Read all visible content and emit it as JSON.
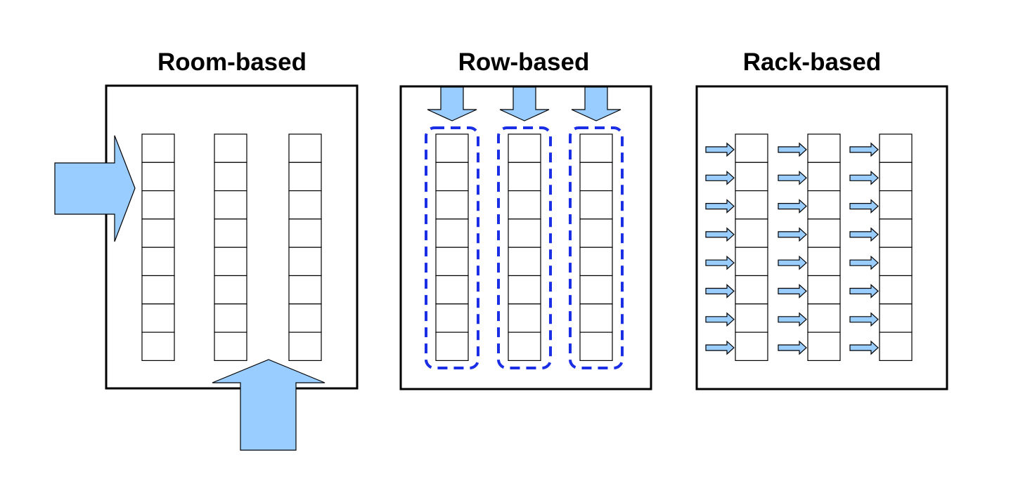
{
  "titles": {
    "room": "Room-based",
    "row": "Row-based",
    "rack": "Rack-based"
  },
  "colors": {
    "arrow_fill": "#99ccff",
    "containment_dash": "#1a2ee6",
    "line": "#000000",
    "background": "#ffffff"
  },
  "racks": {
    "columns_per_panel": 3,
    "units_per_rack": 8
  },
  "icons": {
    "room_airflow": "large-block-arrow",
    "row_airflow": "down-arrow",
    "row_containment": "dashed-rounded-outline",
    "rack_airflow": "small-right-arrow"
  }
}
